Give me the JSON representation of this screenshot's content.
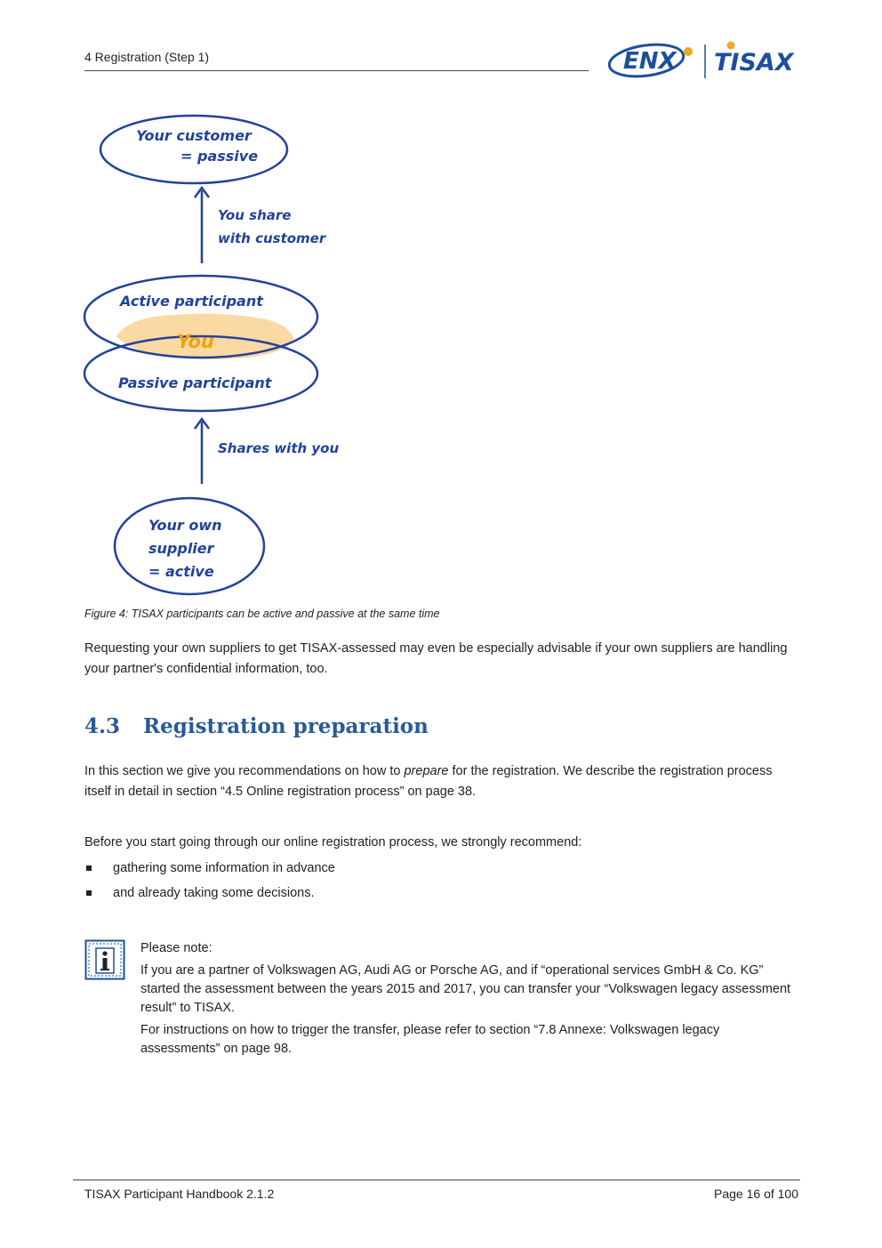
{
  "header": {
    "title": "4 Registration (Step 1)",
    "logo_left": "ENX",
    "logo_right": "TISAX"
  },
  "diagram": {
    "customer_line1": "Your customer",
    "customer_line2": "= passive",
    "arrow_top_line1": "You share",
    "arrow_top_line2": "with customer",
    "active_label": "Active participant",
    "you_label": "You",
    "passive_label": "Passive participant",
    "arrow_bottom_label": "Shares with you",
    "supplier_line1": "Your own",
    "supplier_line2": "supplier",
    "supplier_line3": "= active",
    "colors": {
      "ink": "#23439a",
      "highlight": "#fbd9a3",
      "you_text": "#f2a20f"
    }
  },
  "caption": "Figure 4: TISAX participants can be active and passive at the same time",
  "para1": "Requesting your own suppliers to get TISAX-assessed may even be especially advisable if your own suppliers are handling your partner's confidential information, too.",
  "section": {
    "number": "4.3",
    "title": "Registration preparation"
  },
  "para2": {
    "before": "In this section we give you recommendations on how to ",
    "emphasis": "prepare",
    "after": " for the registration. We describe the registration process itself in detail in section “4.5 Online registration process” on page 38."
  },
  "para3": "Before you start going through our online registration process, we strongly recommend:",
  "bullets": [
    "gathering some information in advance",
    "and already taking some decisions."
  ],
  "note": {
    "heading": "Please note:",
    "body1": "If you are a partner of Volkswagen AG, Audi AG or Porsche AG, and if “operational services GmbH & Co. KG” started the assessment between the years 2015 and 2017, you can transfer your “Volkswagen legacy assessment result” to TISAX.",
    "body2": "For instructions on how to trigger the transfer, please refer to section “7.8 Annexe: Volkswagen legacy assessments” on page 98."
  },
  "footer": {
    "left": "TISAX Participant Handbook 2.1.2",
    "right": "Page 16 of 100"
  }
}
